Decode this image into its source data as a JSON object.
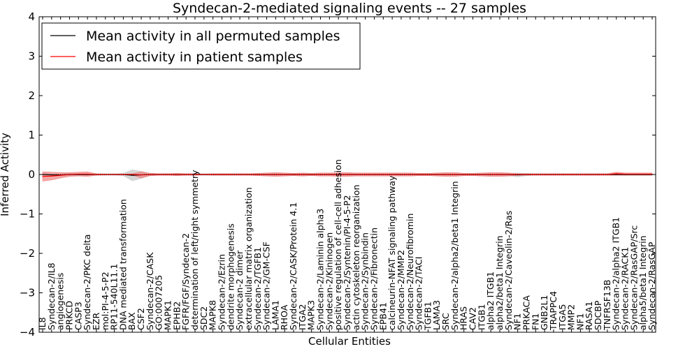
{
  "chart_data": {
    "type": "line",
    "title": "Syndecan-2-mediated signaling events -- 27 samples",
    "xlabel": "Cellular Entities",
    "ylabel": "Inferred Activity",
    "ylim": [
      -4,
      4
    ],
    "yticks": [
      -4,
      -3,
      -2,
      -1,
      0,
      1,
      2,
      3,
      4
    ],
    "legend_position": "top-left",
    "grid": false,
    "categories": [
      "IL8",
      "Syndecan-2/IL8",
      "angiogenesis",
      "PRKCD",
      "CASP3",
      "Syndecan-2/PKC delta",
      "EZR",
      "mol:PI-4-5-P2",
      "RP11-540L11.1",
      "DNA mediated transformation",
      "BAX",
      "CSF2",
      "Syndecan-2/CASK",
      "GO:0007205",
      "MAPK1",
      "EPHB2",
      "FGFR/FGF/Syndecan-2",
      "determination of left/right symmetry",
      "SDC2",
      "MAPK8",
      "Syndecan-2/Ezrin",
      "dendrite morphogenesis",
      "Syndecan-2 dimer",
      "extracellular matrix organization",
      "Syndecan-2/TGFB1",
      "Syndecan-2/GM-CSF",
      "LAMA1",
      "RHOA",
      "Syndecan-2/CASK/Protein 4.1",
      "ITGA2",
      "MAPK3",
      "Syndecan-2/Laminin alpha3",
      "Syndecan-2/Kininogen",
      "positive regulation of cell-cell adhesion",
      "Syndecan-2/Syntenin/PI-4-5-P2",
      "actin cytoskeleton reorganization",
      "Syndecan-2/Synbindin",
      "Syndecan-2/Fibronectin",
      "EPB41",
      "calcineurin-NFAT signaling pathway",
      "Syndecan-2/MMP2",
      "Syndecan-2/Neurofibromin",
      "Syndecan-2/TACI",
      "TGFB1",
      "LAMA3",
      "SRC",
      "Syndecan-2/alpha2/beta1 Integrin",
      "HRAS",
      "CAV2",
      "ITGB1",
      "alpha2 ITGB1",
      "alpha2/beta1 Integrin",
      "Syndecan-2/Caveolin-2/Ras",
      "NF1",
      "PRKACA",
      "FN1",
      "GNB2L1",
      "TRAPPC4",
      "ITGA5",
      "MMP2",
      "NF1",
      "RASA1",
      "SDCBP",
      "TNFRSF13B",
      "Syndecan-2/alpha2 ITGB1",
      "Syndecan-2/RACK1",
      "Syndecan-2/RasGAP/Src",
      "alpha5/beta1 Integrin",
      "Syndecan-2/RasGAP"
    ],
    "series": [
      {
        "name": "Mean activity in all permuted samples",
        "color": "#000000",
        "band_color": "#c8c8c8",
        "values": [
          0,
          -0.01,
          -0.01,
          0,
          0,
          0,
          0,
          0,
          0,
          0,
          -0.02,
          -0.01,
          0,
          0,
          0,
          0,
          0,
          0,
          0,
          0,
          0,
          0,
          0,
          0,
          0,
          0,
          0,
          0,
          0,
          0,
          0,
          0,
          0,
          0,
          0,
          0,
          0,
          0,
          0,
          0,
          0,
          0,
          0,
          0,
          0,
          0,
          0,
          0,
          0,
          0,
          0,
          0,
          0,
          -0.01,
          0,
          0,
          0,
          0,
          0,
          0,
          0,
          0,
          0,
          0,
          0,
          0,
          0,
          0,
          0
        ],
        "band": [
          0.03,
          0.03,
          0.03,
          0.03,
          0.02,
          0.02,
          0.02,
          0.02,
          0.02,
          0.03,
          0.14,
          0.09,
          0.03,
          0.02,
          0.02,
          0.02,
          0.02,
          0.02,
          0.02,
          0.02,
          0.02,
          0.02,
          0.02,
          0.02,
          0.02,
          0.02,
          0.02,
          0.02,
          0.02,
          0.02,
          0.02,
          0.02,
          0.02,
          0.02,
          0.02,
          0.02,
          0.02,
          0.02,
          0.02,
          0.02,
          0.02,
          0.02,
          0.02,
          0.02,
          0.02,
          0.02,
          0.02,
          0.02,
          0.02,
          0.02,
          0.02,
          0.02,
          0.03,
          0.05,
          0.03,
          0.02,
          0.02,
          0.02,
          0.02,
          0.02,
          0.02,
          0.02,
          0.02,
          0.02,
          0.02,
          0.02,
          0.02,
          0.02,
          0.02
        ]
      },
      {
        "name": "Mean activity in patient samples",
        "color": "#ff0000",
        "band_color": "#f08080",
        "values": [
          -0.05,
          -0.04,
          -0.02,
          0,
          0.01,
          0.01,
          0,
          0,
          0,
          0,
          0,
          -0.01,
          0,
          0,
          0,
          0,
          0,
          0,
          0,
          0,
          0,
          0,
          0,
          0,
          0,
          0,
          0,
          0,
          0,
          0,
          0,
          0,
          0,
          0,
          0,
          0,
          0,
          0,
          0,
          0,
          0,
          0,
          0,
          0,
          0,
          0,
          0,
          0,
          0,
          0,
          0,
          0,
          0,
          0,
          0,
          0,
          0,
          0,
          0,
          0,
          0,
          0,
          0,
          0,
          0.02,
          0.01,
          0.01,
          0.01,
          0.01
        ],
        "band": [
          0.12,
          0.1,
          0.07,
          0.05,
          0.05,
          0.06,
          0.02,
          0.01,
          0.01,
          0.01,
          0.02,
          0.08,
          0.03,
          0.02,
          0.02,
          0.03,
          0.02,
          0.02,
          0.01,
          0.02,
          0.02,
          0.02,
          0.02,
          0.02,
          0.03,
          0.04,
          0.05,
          0.04,
          0.03,
          0.04,
          0.03,
          0.04,
          0.04,
          0.05,
          0.05,
          0.04,
          0.04,
          0.04,
          0.04,
          0.04,
          0.04,
          0.04,
          0.03,
          0.03,
          0.04,
          0.05,
          0.05,
          0.03,
          0.03,
          0.04,
          0.05,
          0.05,
          0.04,
          0.02,
          0.02,
          0.02,
          0.02,
          0.02,
          0.02,
          0.02,
          0.02,
          0.02,
          0.02,
          0.02,
          0.04,
          0.03,
          0.03,
          0.03,
          0.03
        ]
      }
    ]
  }
}
